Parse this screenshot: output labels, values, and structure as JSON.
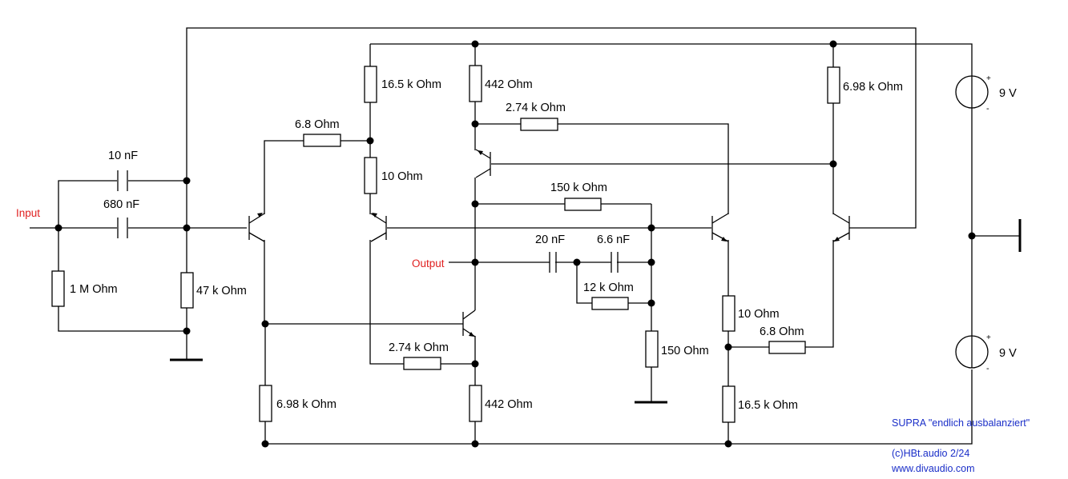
{
  "labels": {
    "input": "Input",
    "output": "Output",
    "c_10nF": "10 nF",
    "c_680nF": "680 nF",
    "r_1M": "1 M Ohm",
    "r_47k": "47 k Ohm",
    "r_6_8_left": "6.8  Ohm",
    "r_16_5k_top": "16.5 k Ohm",
    "r_10_left": "10  Ohm",
    "r_442_top": "442  Ohm",
    "r_2_74k_top": "2.74 k Ohm",
    "r_150k": "150 k Ohm",
    "c_20nF": "20 nF",
    "c_6_6nF": "6.6 nF",
    "r_12k": "12 k Ohm",
    "r_150": "150  Ohm",
    "r_6_98k_top": "6.98 k Ohm",
    "r_10_right": "10  Ohm",
    "r_6_8_right": "6.8  Ohm",
    "r_16_5k_bottom": "16.5 k Ohm",
    "r_6_98k_bottom": "6.98 k Ohm",
    "r_2_74k_bottom": "2.74 k Ohm",
    "r_442_bottom": "442  Ohm",
    "bat_top": "9 V",
    "bat_bottom": "9 V",
    "plus": "+",
    "minus": "-"
  },
  "notes": {
    "title": "SUPRA \"endlich ausbalanziert\"",
    "copyright": "(c)HBt.audio 2/24",
    "website": "www.divaudio.com"
  },
  "colors": {
    "io_label": "#e02020",
    "note_text": "#1a2ec8"
  }
}
